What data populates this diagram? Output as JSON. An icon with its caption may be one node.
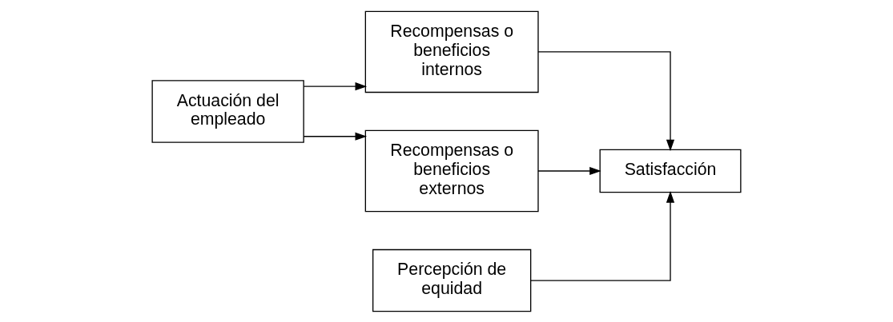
{
  "diagram": {
    "nodes": [
      {
        "text": [
          "Actuación del empleado"
        ]
      },
      {
        "text": [
          "Recompensas o beneficios internos"
        ]
      },
      {
        "text": [
          "Recompensas o beneficios externos"
        ]
      },
      {
        "text": [
          "Percepción de equidad"
        ]
      },
      {
        "text": [
          "Satisfacción"
        ]
      }
    ],
    "edges": [
      {
        "from": 0,
        "to": 1,
        "arrow": "to"
      },
      {
        "from": 0,
        "to": 2,
        "arrow": "to"
      },
      {
        "from": 1,
        "to": 4,
        "arrow": "to"
      },
      {
        "from": 2,
        "to": 4,
        "arrow": "to"
      },
      {
        "from": 3,
        "to": 4,
        "arrow": "to"
      }
    ]
  }
}
